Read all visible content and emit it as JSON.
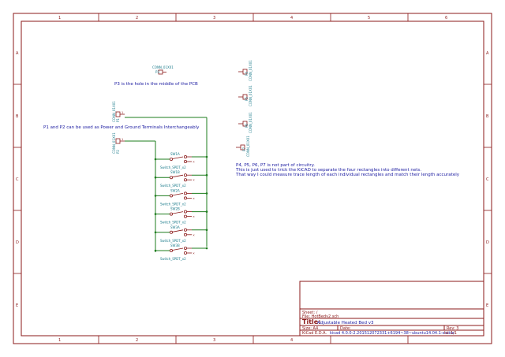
{
  "zones": {
    "columns": [
      "1",
      "2",
      "3",
      "4",
      "5",
      "6"
    ],
    "rows": [
      "A",
      "B",
      "C",
      "D",
      "E"
    ]
  },
  "notes": {
    "hole": "P3 is the hole in the middle of the PCB",
    "terminals": "P1 and P2 can be used as Power and Ground  Terminals Interchangeably",
    "circuitry_1": "P4, P5, P6, P7 is not part of circuitry.",
    "circuitry_2": "This is just used to trick the KiCAD to separate the four rectangles into different nets.",
    "circuitry_3": "That way I could measure trace length of each individual rectangles and match their length accurately"
  },
  "connectors": {
    "p3": {
      "ref": "P3",
      "value": "CONN_01X01"
    },
    "p1": {
      "ref": "P1",
      "value": "CONN_01X01"
    },
    "p2": {
      "ref": "P2",
      "value": "CONN_01X01"
    },
    "p4": {
      "ref": "P4",
      "value": "CONN_01X01"
    },
    "p5": {
      "ref": "P5",
      "value": "CONN_01X01"
    },
    "p6": {
      "ref": "P6",
      "value": "CONN_01X01"
    },
    "p7": {
      "ref": "P7",
      "value": "CONN_01X01"
    }
  },
  "switches": [
    {
      "ref": "SW1A",
      "value": "Switch_SPDT_x2"
    },
    {
      "ref": "SW1B",
      "value": "Switch_SPDT_x2"
    },
    {
      "ref": "SW2A",
      "value": "Switch_SPDT_x2"
    },
    {
      "ref": "SW2B",
      "value": "Switch_SPDT_x2"
    },
    {
      "ref": "SW3A",
      "value": "Switch_SPDT_x2"
    },
    {
      "ref": "SW3B",
      "value": "Switch_SPDT_x2"
    }
  ],
  "title_block": {
    "sheet_label": "Sheet: /",
    "file_label": "File: HotBedv2.sch",
    "title_label": "Title:",
    "title_value": "Adjustable Heated Bed v3",
    "size_label": "Size: A4",
    "date_label": "Date:",
    "rev_label": "Rev: 3",
    "tool_label": "KiCad E.D.A.",
    "tool_value": "kicad 4.0.0-2.201512072331+6194~38~ubuntu14.04.1-stable",
    "id_label": "Id: 1/1"
  },
  "colors": {
    "frame": "#8b1a1a",
    "wire": "#1e7d1e",
    "reference": "#1a7a8a",
    "note": "#1a1aa0"
  }
}
